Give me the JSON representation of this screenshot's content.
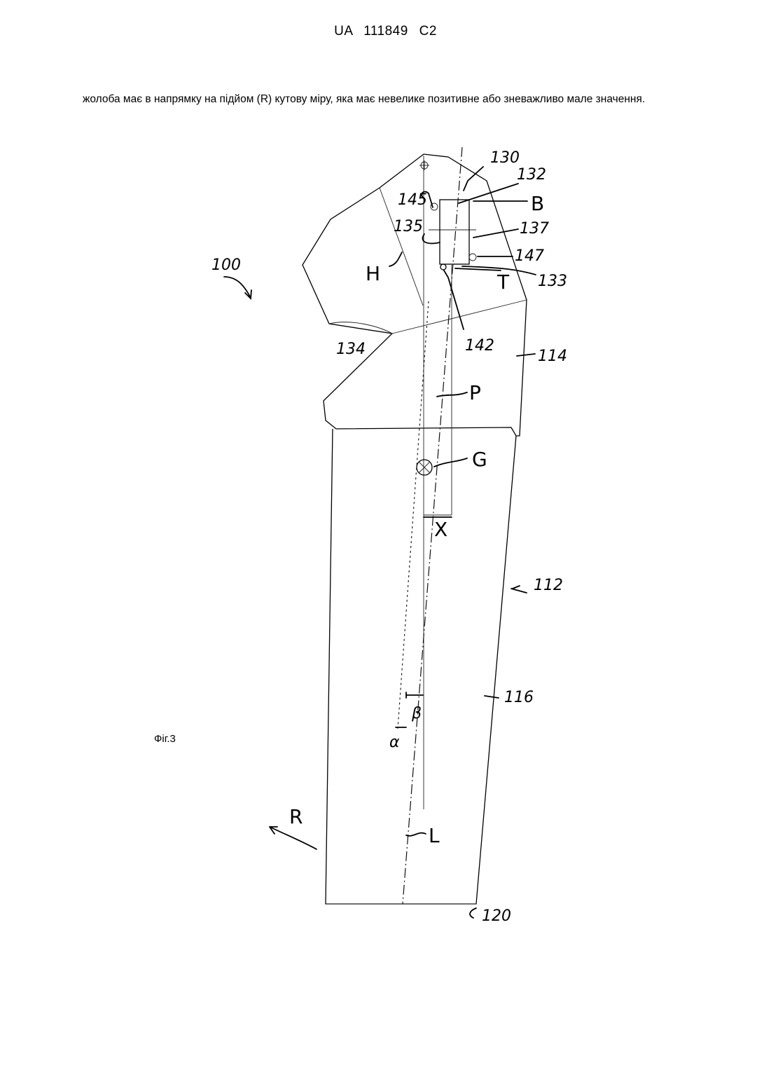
{
  "header": {
    "doc_id": "UA   111849   C2"
  },
  "text": {
    "paragraph": "жолоба має в напрямку на підйом (R) кутову міру, яка має невелике позитивне або зневажливо мале значення."
  },
  "figure": {
    "caption": "Фіг.3",
    "labels": {
      "l100": "100",
      "l130": "130",
      "l132": "132",
      "l145": "145",
      "lB": "B",
      "l135": "135",
      "l137": "137",
      "l147": "147",
      "lH": "H",
      "lT": "T",
      "l133": "133",
      "l142": "142",
      "l134": "134",
      "l114": "114",
      "lP": "P",
      "lG": "G",
      "lX": "X",
      "l112": "112",
      "l116": "116",
      "lbeta": "β",
      "lalpha": "α",
      "lR": "R",
      "lL": "L",
      "l120": "120"
    }
  }
}
